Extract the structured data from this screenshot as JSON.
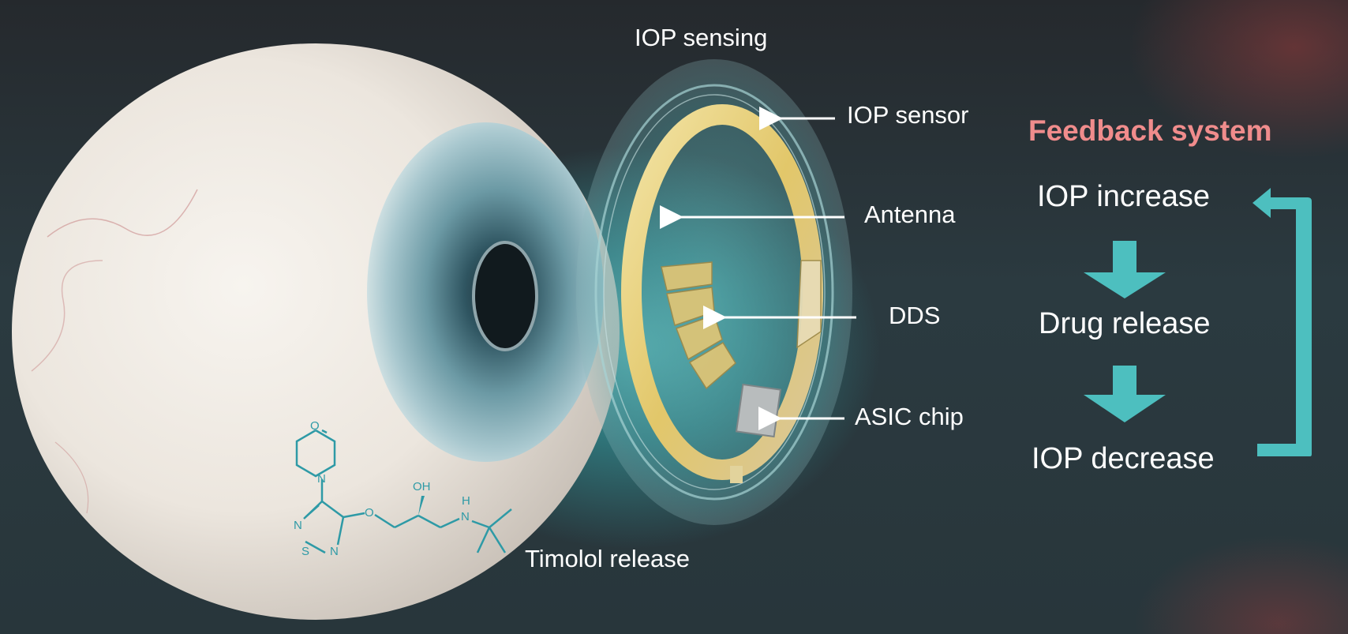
{
  "figure": {
    "labels": {
      "iop_sensing": "IOP sensing",
      "iop_sensor": "IOP sensor",
      "antenna": "Antenna",
      "dds": "DDS",
      "asic_chip": "ASIC chip",
      "timolol_release": "Timolol release"
    },
    "molecule": {
      "name": "timolol",
      "atoms": {
        "o_ring": "O",
        "n_ring": "N",
        "n_left": "N",
        "s": "S",
        "n_bottom": "N",
        "o_ether": "O",
        "oh": "OH",
        "nh_h": "H",
        "nh_n": "N"
      }
    },
    "feedback": {
      "title": "Feedback system",
      "steps": [
        "IOP increase",
        "Drug release",
        "IOP decrease"
      ]
    },
    "colors": {
      "accent_teal": "#4dbfbf",
      "title_pink": "#f08c8c",
      "molecule_teal": "#2e9aa6",
      "antenna_gold": "#e2c76a"
    }
  }
}
